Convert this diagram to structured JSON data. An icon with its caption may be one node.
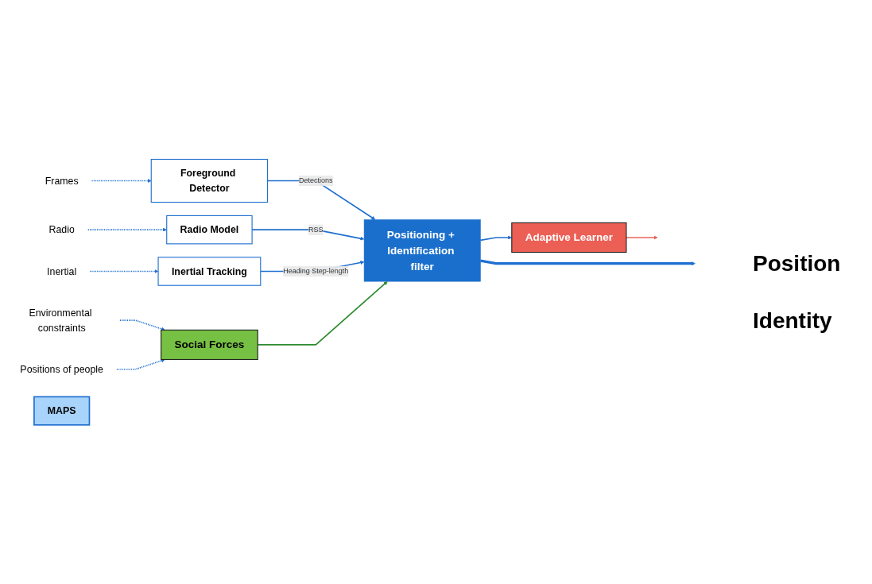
{
  "diagram": {
    "nodes": [
      {
        "text": [
          "Environmental constraints"
        ]
      },
      {
        "text": [
          "Positions of people"
        ]
      },
      {
        "text": [
          "Social Forces"
        ]
      },
      {
        "text": [
          "Frames"
        ]
      },
      {
        "text": [
          "Foreground Detector"
        ]
      },
      {
        "text": [
          "Radio"
        ]
      },
      {
        "text": [
          "Radio Model"
        ]
      },
      {
        "text": [
          "Inertial"
        ]
      },
      {
        "text": [
          "Inertial Tracking"
        ]
      },
      {
        "text": [
          "MAPS"
        ]
      },
      {
        "text": [
          "Positioning + Identification filter"
        ]
      },
      {
        "text": [
          "Adaptive Learner"
        ]
      }
    ],
    "edges": [
      {
        "from": 0,
        "to": 2,
        "arrow": "to",
        "style": "dashed"
      },
      {
        "from": 1,
        "to": 2,
        "arrow": "to",
        "style": "dashed"
      },
      {
        "from": 3,
        "to": 4,
        "arrow": "to",
        "style": "dashed"
      },
      {
        "from": 5,
        "to": 6,
        "arrow": "to",
        "style": "dashed"
      },
      {
        "from": 7,
        "to": 8,
        "arrow": "to",
        "style": "dashed"
      },
      {
        "from": 4,
        "to": 10,
        "arrow": "to",
        "label": "Detections"
      },
      {
        "from": 6,
        "to": 10,
        "arrow": "to",
        "label": "RSS"
      },
      {
        "from": 8,
        "to": 10,
        "arrow": "to",
        "label": "Heading Step-length"
      },
      {
        "from": 2,
        "to": 10,
        "arrow": "to",
        "color": "#2e8b2e"
      },
      {
        "from": 10,
        "to": 11,
        "arrow": "to"
      },
      {
        "from": 11,
        "to": null,
        "arrow": "to",
        "color": "#e8645a"
      },
      {
        "from": 10,
        "to": null,
        "arrow": "to",
        "style": "thick"
      }
    ],
    "labels": [
      "Position",
      "Identity"
    ]
  }
}
